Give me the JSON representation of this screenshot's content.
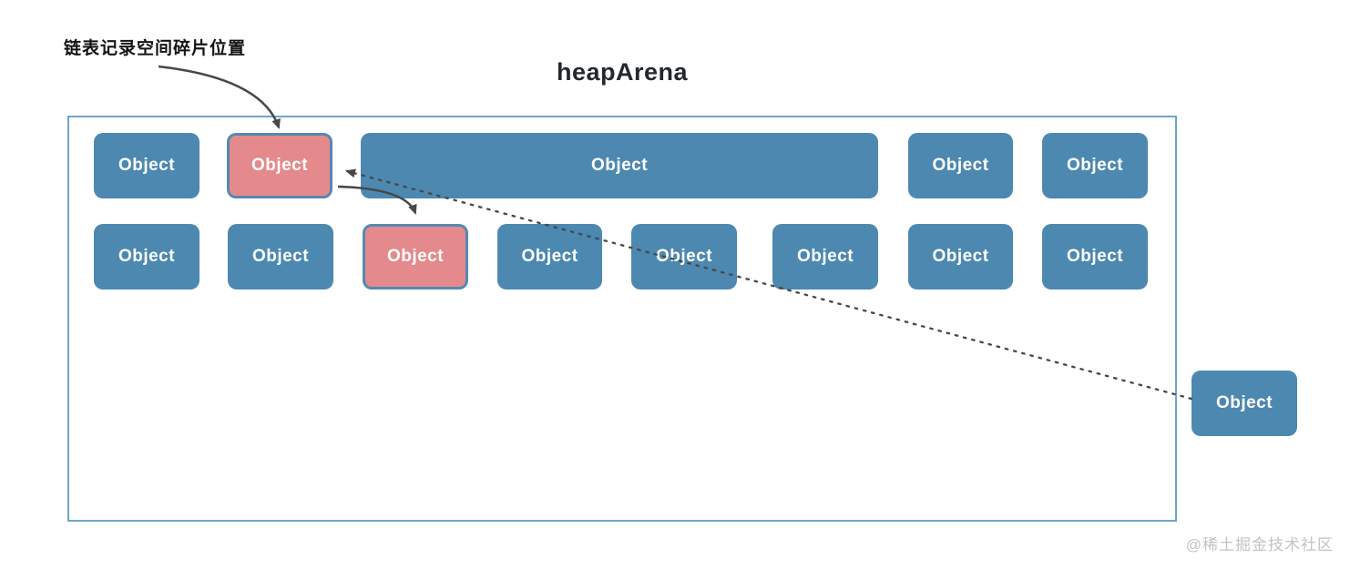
{
  "title": "heapArena",
  "annotation": "链表记录空间碎片位置",
  "watermark": "@稀土掘金技术社区",
  "colors": {
    "box_blue": "#4d88b0",
    "box_red": "#e48a8c",
    "red_box_border": "#5589b1",
    "container_border": "#6ea6c6",
    "arrow": "#474747",
    "box_text": "#ffffff",
    "watermark_text": "#c3c3c3"
  },
  "heap": {
    "row1": [
      {
        "label": "Object",
        "state": "used"
      },
      {
        "label": "Object",
        "state": "fragment"
      },
      {
        "label": "Object",
        "state": "used"
      },
      {
        "label": "Object",
        "state": "used"
      },
      {
        "label": "Object",
        "state": "used"
      }
    ],
    "row2": [
      {
        "label": "Object",
        "state": "used"
      },
      {
        "label": "Object",
        "state": "used"
      },
      {
        "label": "Object",
        "state": "fragment"
      },
      {
        "label": "Object",
        "state": "used"
      },
      {
        "label": "Object",
        "state": "used"
      },
      {
        "label": "Object",
        "state": "used"
      },
      {
        "label": "Object",
        "state": "used"
      },
      {
        "label": "Object",
        "state": "used"
      }
    ],
    "external": {
      "label": "Object"
    }
  }
}
